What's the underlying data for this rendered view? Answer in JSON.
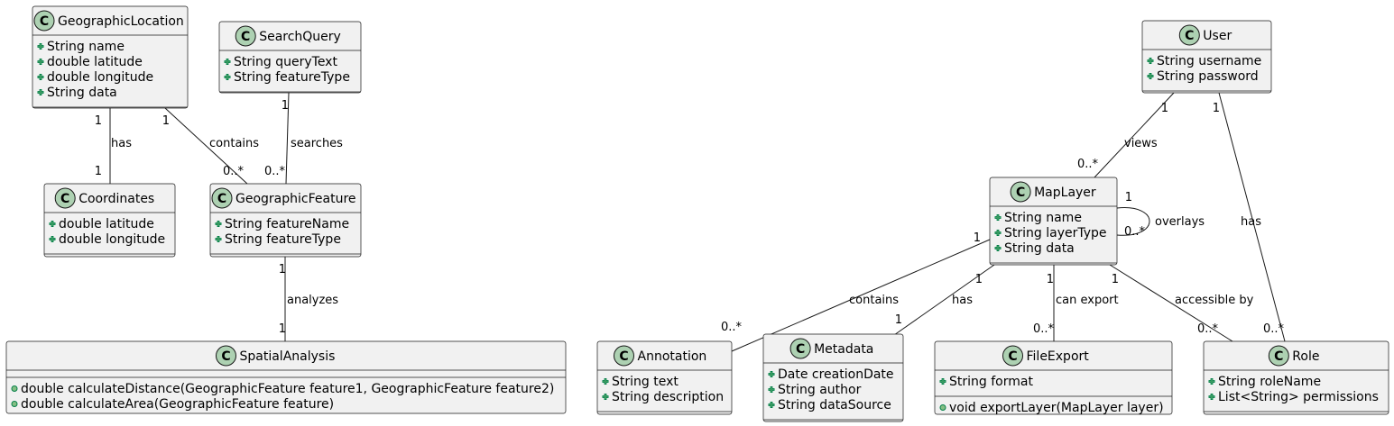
{
  "classes": {
    "GeographicLocation": {
      "name": "GeographicLocation",
      "fields": [
        "String name",
        "double latitude",
        "double longitude",
        "String data"
      ],
      "methods": []
    },
    "SearchQuery": {
      "name": "SearchQuery",
      "fields": [
        "String queryText",
        "String featureType"
      ],
      "methods": []
    },
    "Coordinates": {
      "name": "Coordinates",
      "fields": [
        "double latitude",
        "double longitude"
      ],
      "methods": []
    },
    "GeographicFeature": {
      "name": "GeographicFeature",
      "fields": [
        "String featureName",
        "String featureType"
      ],
      "methods": []
    },
    "SpatialAnalysis": {
      "name": "SpatialAnalysis",
      "fields": [],
      "methods": [
        "double calculateDistance(GeographicFeature feature1, GeographicFeature feature2)",
        "double calculateArea(GeographicFeature feature)"
      ]
    },
    "User": {
      "name": "User",
      "fields": [
        "String username",
        "String password"
      ],
      "methods": []
    },
    "MapLayer": {
      "name": "MapLayer",
      "fields": [
        "String name",
        "String layerType",
        "String data"
      ],
      "methods": []
    },
    "Annotation": {
      "name": "Annotation",
      "fields": [
        "String text",
        "String description"
      ],
      "methods": []
    },
    "Metadata": {
      "name": "Metadata",
      "fields": [
        "Date creationDate",
        "String author",
        "String dataSource"
      ],
      "methods": []
    },
    "FileExport": {
      "name": "FileExport",
      "fields": [
        "String format"
      ],
      "methods": [
        "void exportLayer(MapLayer layer)"
      ]
    },
    "Role": {
      "name": "Role",
      "fields": [
        "String roleName",
        "List<String> permissions"
      ],
      "methods": []
    }
  },
  "relations": [
    {
      "id": "loc-coords",
      "from": "GeographicLocation",
      "to": "Coordinates",
      "label": "has",
      "from_mult": "1",
      "to_mult": "1"
    },
    {
      "id": "loc-feature",
      "from": "GeographicLocation",
      "to": "GeographicFeature",
      "label": "contains",
      "from_mult": "1",
      "to_mult": "0..*"
    },
    {
      "id": "query-feature",
      "from": "SearchQuery",
      "to": "GeographicFeature",
      "label": "searches",
      "from_mult": "1",
      "to_mult": "0..*"
    },
    {
      "id": "feature-analysis",
      "from": "GeographicFeature",
      "to": "SpatialAnalysis",
      "label": "analyzes",
      "from_mult": "1",
      "to_mult": "1"
    },
    {
      "id": "user-layer",
      "from": "User",
      "to": "MapLayer",
      "label": "views",
      "from_mult": "1",
      "to_mult": "0..*"
    },
    {
      "id": "user-role",
      "from": "User",
      "to": "Role",
      "label": "has",
      "from_mult": "1",
      "to_mult": "0..*"
    },
    {
      "id": "layer-self",
      "from": "MapLayer",
      "to": "MapLayer",
      "label": "overlays",
      "from_mult": "1",
      "to_mult": "0..*"
    },
    {
      "id": "layer-annotation",
      "from": "MapLayer",
      "to": "Annotation",
      "label": "contains",
      "from_mult": "1",
      "to_mult": "0..*"
    },
    {
      "id": "layer-metadata",
      "from": "MapLayer",
      "to": "Metadata",
      "label": "has",
      "from_mult": "1",
      "to_mult": "1"
    },
    {
      "id": "layer-export",
      "from": "MapLayer",
      "to": "FileExport",
      "label": "can export",
      "from_mult": "1",
      "to_mult": "0..*"
    },
    {
      "id": "layer-role",
      "from": "MapLayer",
      "to": "Role",
      "label": "accessible by",
      "from_mult": "1",
      "to_mult": "0..*"
    }
  ],
  "colors": {
    "box_fill": "#f1f1f1",
    "border": "#181818",
    "circle_fill": "#add1b2",
    "visibility_fill": "#84be84",
    "visibility_stroke": "#038048"
  },
  "icons": {
    "class_marker": "class-circle-icon",
    "public_marker": "public-visibility-icon"
  }
}
